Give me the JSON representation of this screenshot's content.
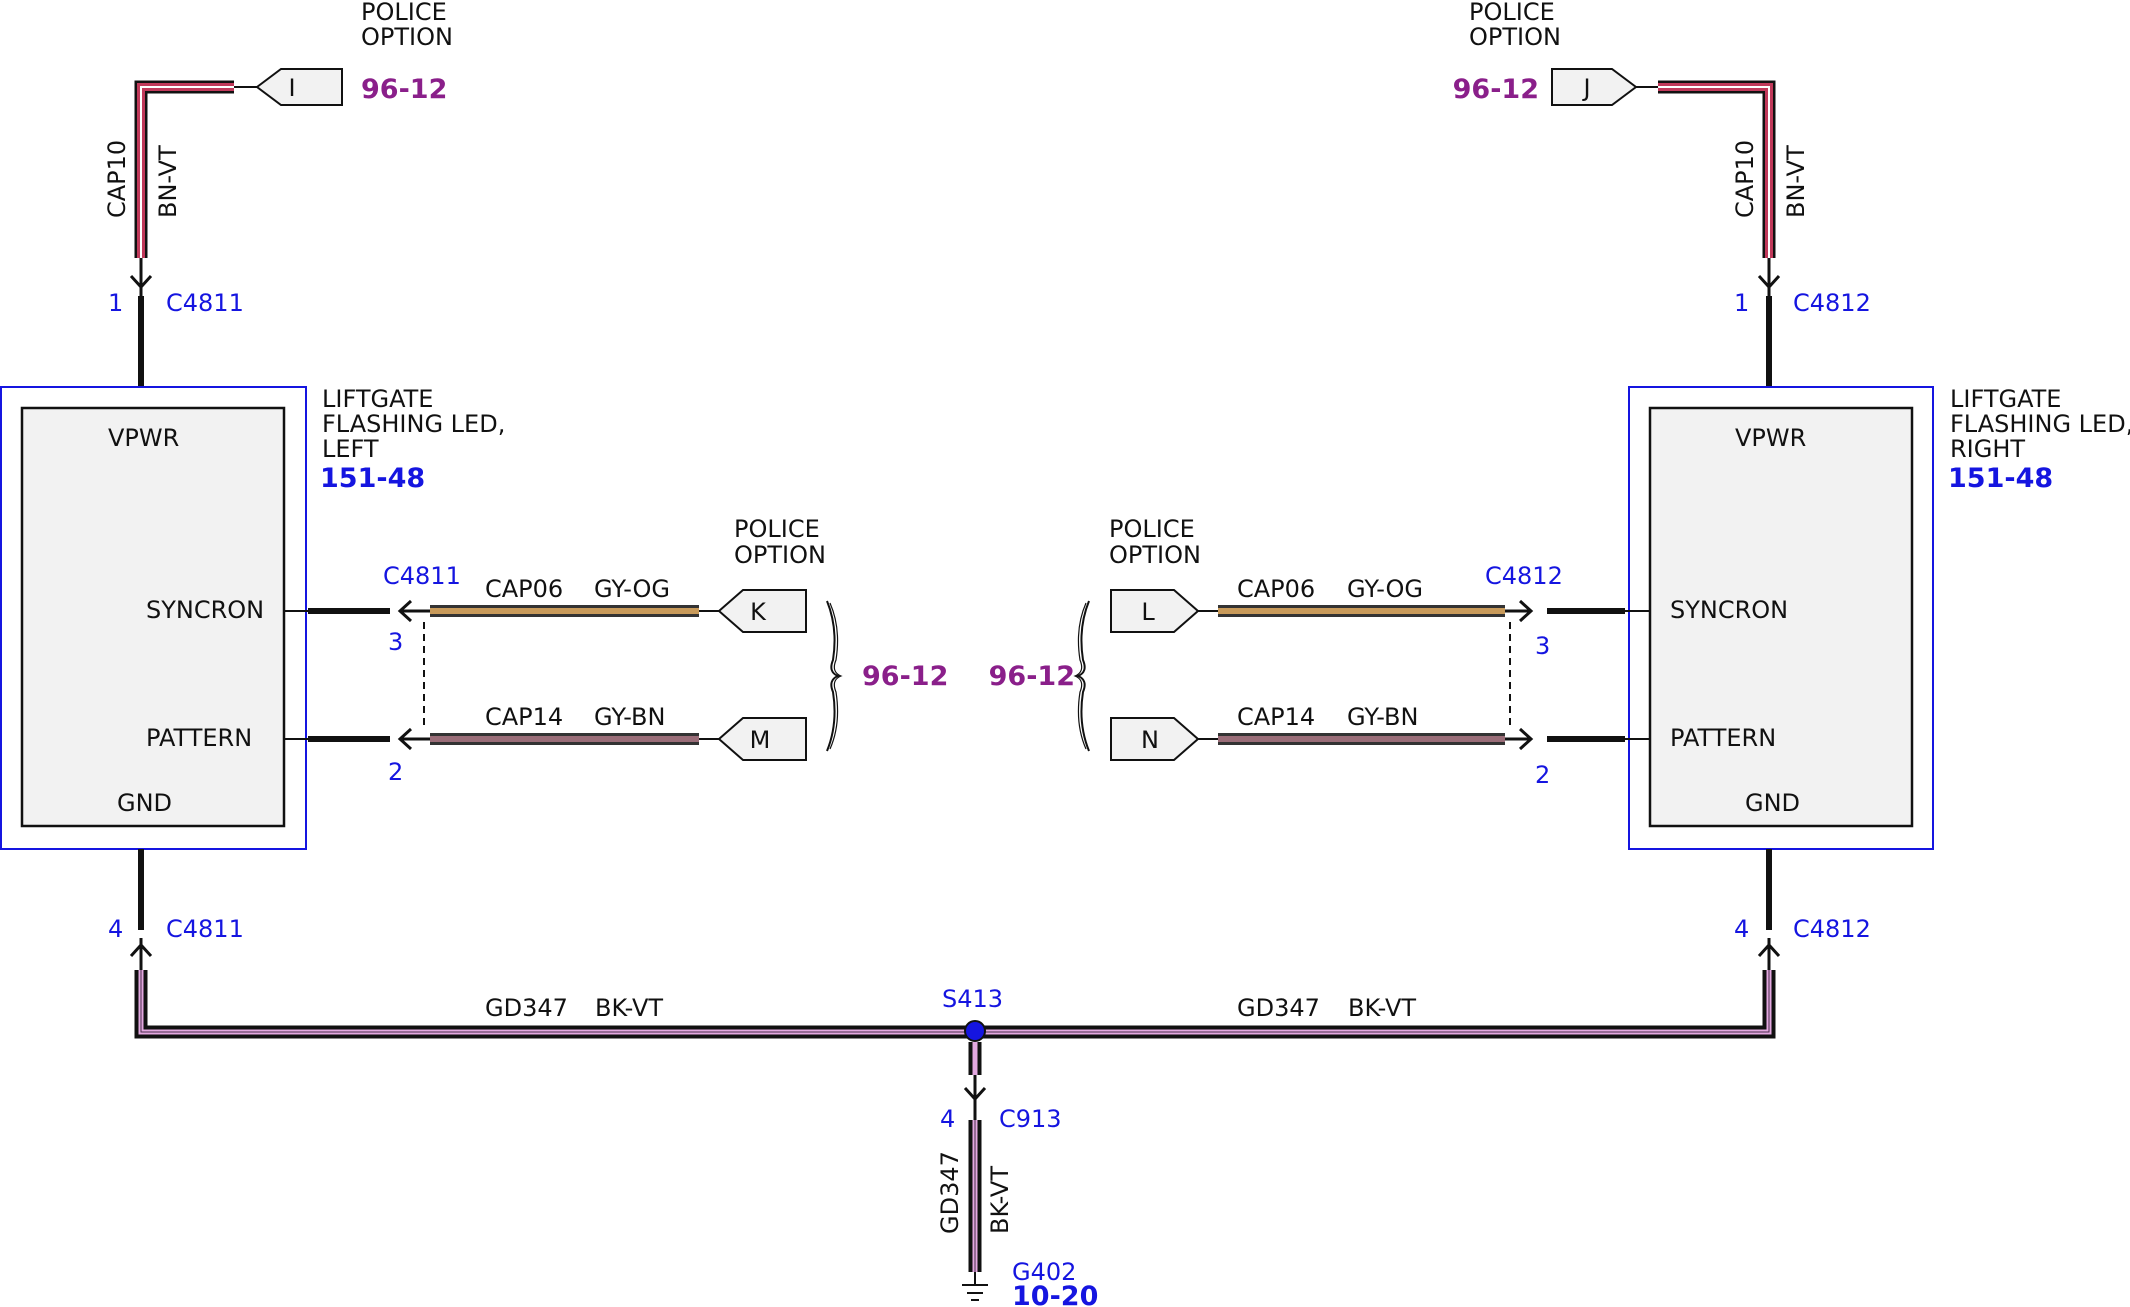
{
  "colors": {
    "pin_blue": "#1515e0",
    "ref_purple": "#8a1f8a",
    "bn_vt_wire": "#c0395a",
    "gy_og_wire": "#c89a5a",
    "gy_bn_wire": "#9a6d78",
    "bk_vt_wire": "#e3a8e0",
    "module_fill": "#f2f2f2"
  },
  "top_left": {
    "option": [
      "POLICE",
      "OPTION"
    ],
    "connector": "I",
    "ref": "96-12",
    "circuit": "CAP10",
    "wire_color": "BN-VT",
    "pin": "1",
    "conn": "C4811"
  },
  "top_right": {
    "option": [
      "POLICE",
      "OPTION"
    ],
    "connector": "J",
    "ref": "96-12",
    "circuit": "CAP10",
    "wire_color": "BN-VT",
    "pin": "1",
    "conn": "C4812"
  },
  "module_left": {
    "name": [
      "LIFTGATE",
      "FLASHING LED,",
      "LEFT"
    ],
    "ref": "151-48",
    "pins": {
      "vpwr": "VPWR",
      "syncron": "SYNCRON",
      "pattern": "PATTERN",
      "gnd": "GND"
    }
  },
  "module_right": {
    "name": [
      "LIFTGATE",
      "FLASHING LED,",
      "RIGHT"
    ],
    "ref": "151-48",
    "pins": {
      "vpwr": "VPWR",
      "syncron": "SYNCRON",
      "pattern": "PATTERN",
      "gnd": "GND"
    }
  },
  "mid_left": {
    "option": [
      "POLICE",
      "OPTION"
    ],
    "conn": "C4811",
    "sync": {
      "circuit": "CAP06",
      "color": "GY-OG",
      "connector": "K",
      "pin": "3"
    },
    "pattern": {
      "circuit": "CAP14",
      "color": "GY-BN",
      "connector": "M",
      "pin": "2"
    },
    "ref": "96-12"
  },
  "mid_right": {
    "option": [
      "POLICE",
      "OPTION"
    ],
    "conn": "C4812",
    "sync": {
      "circuit": "CAP06",
      "color": "GY-OG",
      "connector": "L",
      "pin": "3"
    },
    "pattern": {
      "circuit": "CAP14",
      "color": "GY-BN",
      "connector": "N",
      "pin": "2"
    },
    "ref": "96-12"
  },
  "bottom": {
    "left_pin": "4",
    "left_conn": "C4811",
    "right_pin": "4",
    "right_conn": "C4812",
    "left_circuit": "GD347",
    "left_color": "BK-VT",
    "right_circuit": "GD347",
    "right_color": "BK-VT",
    "splice": "S413",
    "c913_pin": "4",
    "c913": "C913",
    "vert_circuit": "GD347",
    "vert_color": "BK-VT",
    "ground": "G402",
    "ground_ref": "10-20"
  }
}
